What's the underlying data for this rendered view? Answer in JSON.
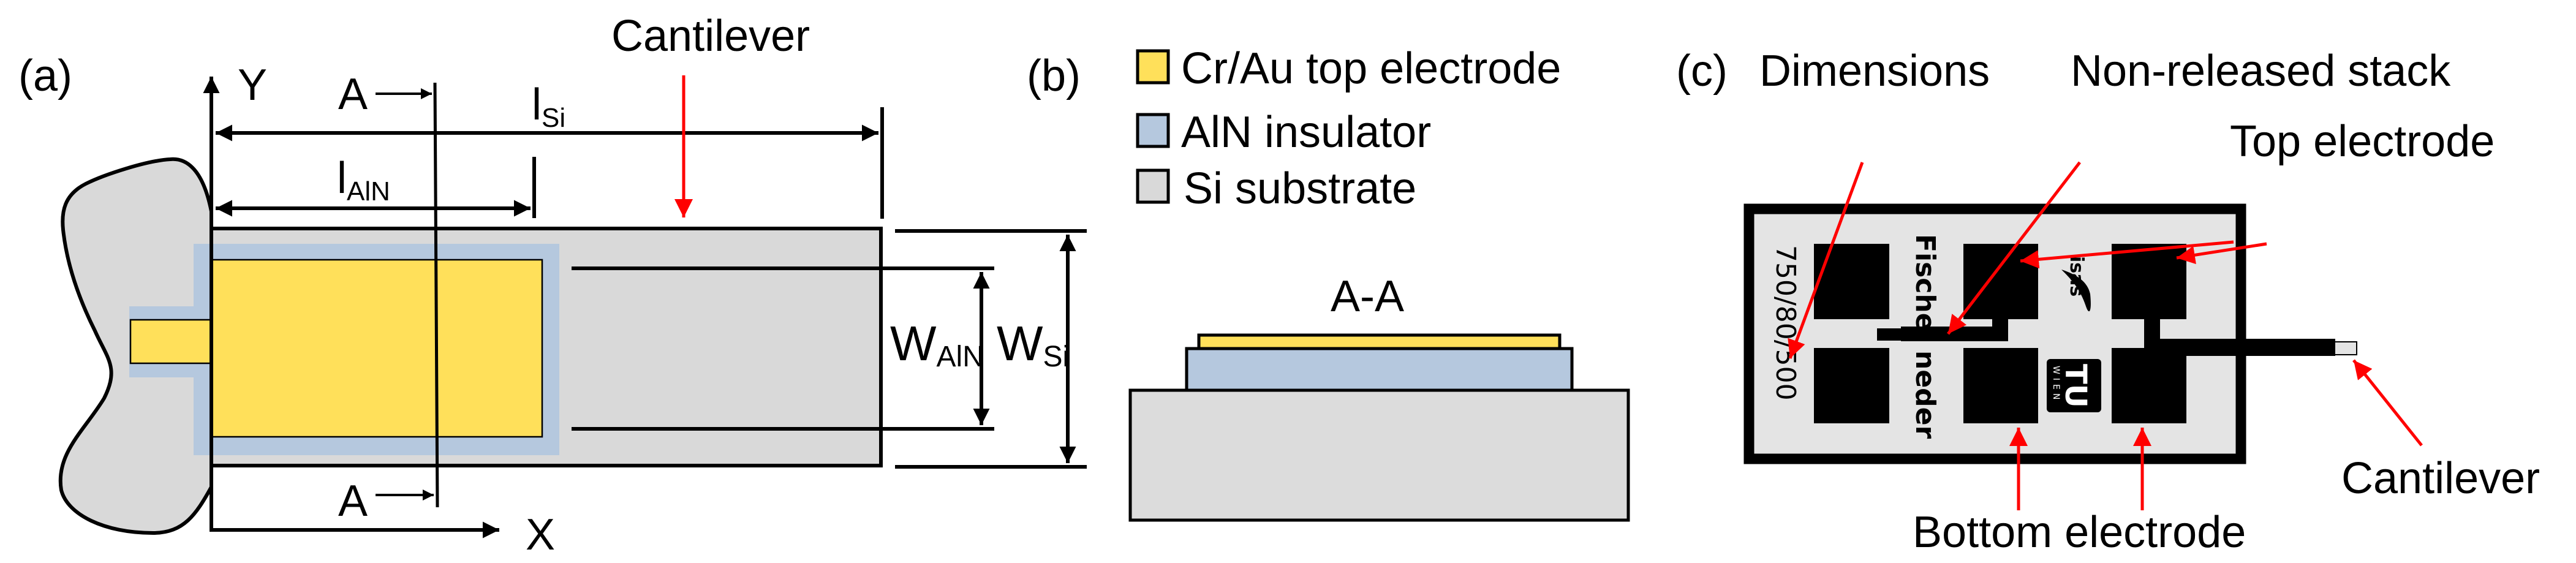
{
  "figure": {
    "panel_a": {
      "label": "(a)",
      "axis_y": "Y",
      "axis_x": "X",
      "section_mark_top": "A",
      "section_mark_bottom": "A",
      "dim_l_si": {
        "main": "l",
        "sub": "Si"
      },
      "dim_l_aln": {
        "main": "l",
        "sub": "AlN"
      },
      "dim_w_aln": {
        "main": "W",
        "sub": "AlN"
      },
      "dim_w_si": {
        "main": "W",
        "sub": "Si"
      },
      "callout_cantilever": "Cantilever"
    },
    "panel_b": {
      "label": "(b)",
      "legend": [
        {
          "label": "Cr/Au top electrode",
          "color": "#FFE05A"
        },
        {
          "label": "AlN insulator",
          "color": "#B5C8DE"
        },
        {
          "label": "Si substrate",
          "color": "#D9D9D9"
        }
      ],
      "section_title": "A-A"
    },
    "panel_c": {
      "label": "(c)",
      "callouts": {
        "dimensions": "Dimensions",
        "non_released_stack": "Non-released stack",
        "top_electrode": "Top electrode",
        "cantilever": "Cantilever",
        "bottom_electrode": "Bottom electrode"
      },
      "chip_text": {
        "dimensions_code": "750/80/500",
        "author_top": "Fische",
        "author_bottom": "neder",
        "logo_isas": "isas",
        "logo_tu": "TU",
        "logo_wien": "WIEN"
      }
    }
  },
  "colors": {
    "gold": "#FFE05A",
    "aln": "#B5C8DE",
    "si": "#D9D9D9",
    "chip_bg": "#E4E4E4",
    "callout": "#FF0000",
    "line": "#000000"
  }
}
